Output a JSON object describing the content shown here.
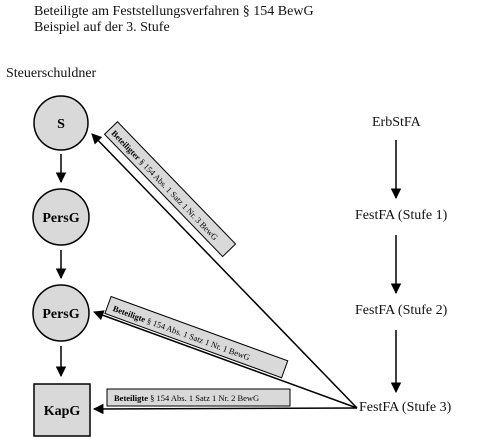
{
  "header": {
    "line1": "Beteiligte am Feststellungsverfahren § 154 BewG",
    "line2": "Beispiel auf der 3. Stufe"
  },
  "left_label": "Steuerschuldner",
  "left_nodes": [
    {
      "label": "S",
      "shape": "circle"
    },
    {
      "label": "PersG",
      "shape": "circle"
    },
    {
      "label": "PersG",
      "shape": "circle"
    },
    {
      "label": "KapG",
      "shape": "square"
    }
  ],
  "right_nodes": [
    "ErbStFA",
    "FestFA (Stufe 1)",
    "FestFA (Stufe 2)",
    "FestFA (Stufe 3)"
  ],
  "arrow_labels": [
    {
      "bold": "Beteiligter",
      "rest": " § 154 Abs. 1 Satz 1 Nr. 3 BewG"
    },
    {
      "bold": "Beteiligte",
      "rest": " § 154 Abs. 1 Satz 1 Nr. 1 BewG"
    },
    {
      "bold": "Beteiligte",
      "rest": " § 154 Abs. 1 Satz 1 Nr. 2 BewG"
    }
  ],
  "colors": {
    "node_fill": "#d9d9d9",
    "stroke": "#000000",
    "box_fill": "#d9d9d9"
  }
}
